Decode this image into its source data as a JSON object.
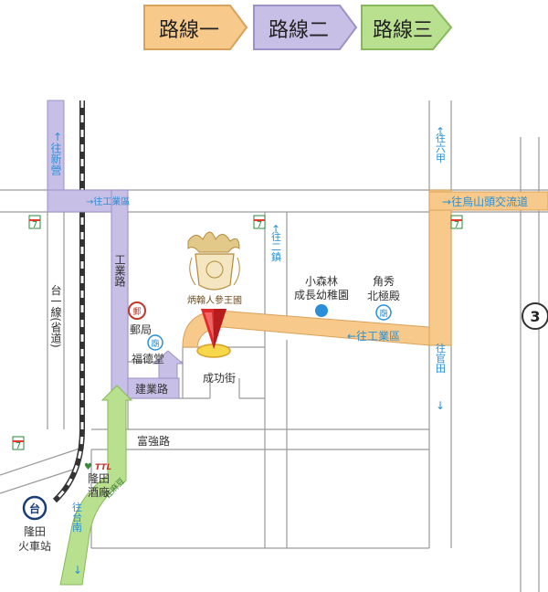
{
  "legend": [
    {
      "label": "路線一",
      "color": "#f7c98a",
      "stroke": "#d9a25b"
    },
    {
      "label": "路線二",
      "color": "#c8bfe6",
      "stroke": "#9d92c8"
    },
    {
      "label": "路線三",
      "color": "#b9e08f",
      "stroke": "#86b95a"
    }
  ],
  "roads": {
    "xinying": "往新營",
    "gongye_west": "往工業區",
    "gongye_road": "工業路",
    "prov_hwy1": "台一線(省道)",
    "jianye": "建業路",
    "chenggong": "成功街",
    "fuqiang": "富強路",
    "to_er_zhen": "往二鎮",
    "to_liujia": "往六甲",
    "to_wushantou": "往烏山頭交流道",
    "to_industrial": "往工業區",
    "to_guantian": "往官田",
    "to_tainan": "往台南",
    "to_madou": "往麻豆",
    "hwy_number": "3"
  },
  "landmarks": {
    "post_office": "郵局",
    "post_icon": "郵",
    "temple_fude": "福德堂",
    "temple_icon": "廟",
    "kindergarten_line1": "小森林",
    "kindergarten_line2": "成長幼稚園",
    "temple_north_line1": "角秀",
    "temple_north_line2": "北極殿",
    "brewery_line1": "隆田",
    "brewery_line2": "酒廠",
    "ttl": "TTL",
    "station_line1": "隆田",
    "station_line2": "火車站",
    "station_icon": "台",
    "destination": "炳翰人參王國",
    "seven_eleven": "7"
  },
  "colors": {
    "road": "#f2f2f2",
    "road_stroke": "#999999",
    "blue": "#2a8fd6",
    "marker": "#e12a2a"
  }
}
